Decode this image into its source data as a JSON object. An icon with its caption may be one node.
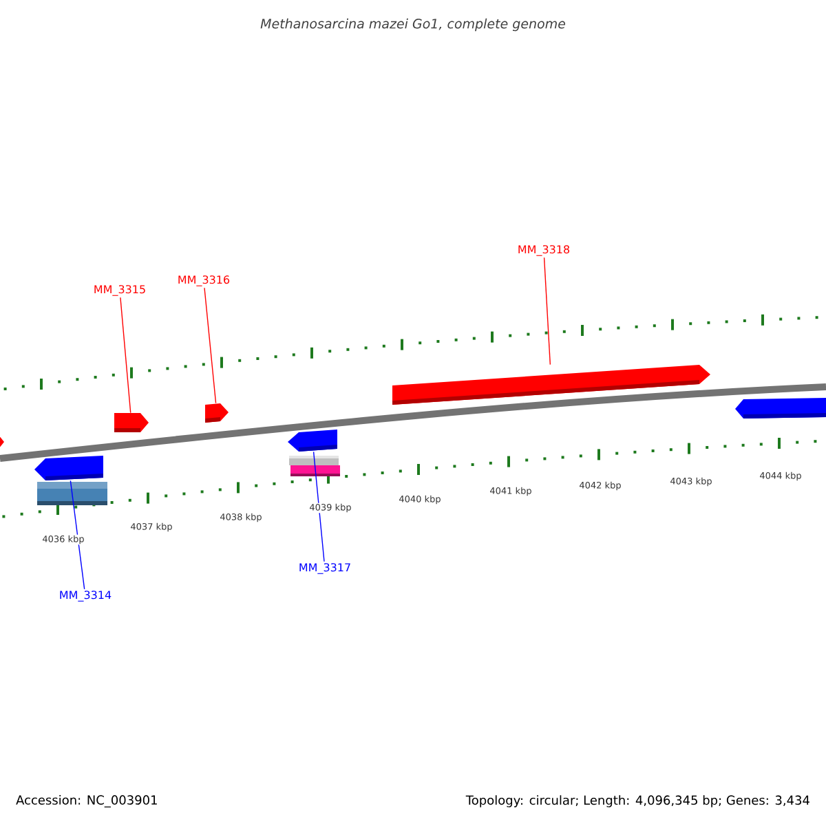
{
  "diagram": {
    "title": "Methanosarcina mazei Go1, complete genome",
    "nodes": [
      {
        "text": [
          "MM_3318"
        ]
      },
      {
        "text": [
          "MM_3316"
        ]
      },
      {
        "text": [
          "MM_3315"
        ]
      },
      {
        "text": [
          "MM_3317"
        ]
      },
      {
        "text": [
          "MM_3314"
        ]
      },
      {
        "text": [],
        "shape": "arrow"
      },
      {
        "text": [],
        "shape": "arrow"
      },
      {
        "text": [],
        "shape": "arrow"
      },
      {
        "text": [],
        "shape": "arrow"
      },
      {
        "text": [],
        "shape": "arrow"
      }
    ],
    "edges": [
      {
        "from": 0,
        "to": 9,
        "arrow": "none",
        "color": "#ff0000"
      },
      {
        "from": 1,
        "to": 7,
        "arrow": "none",
        "color": "#ff0000"
      },
      {
        "from": 2,
        "to": 6,
        "arrow": "none",
        "color": "#ff0000"
      },
      {
        "from": 3,
        "to": 8,
        "arrow": "none",
        "color": "#0000ff"
      },
      {
        "from": 4,
        "to": 5,
        "arrow": "none",
        "color": "#0000ff"
      }
    ],
    "labels": [
      "4036 kbp",
      "4037 kbp",
      "4038 kbp",
      "4039 kbp",
      "4040 kbp",
      "4041 kbp",
      "4042 kbp",
      "4043 kbp",
      "4044 kbp",
      "Accession: NC_003901",
      "Topology: circular; Length: 4,096,345 bp; Genes: 3,434"
    ]
  }
}
